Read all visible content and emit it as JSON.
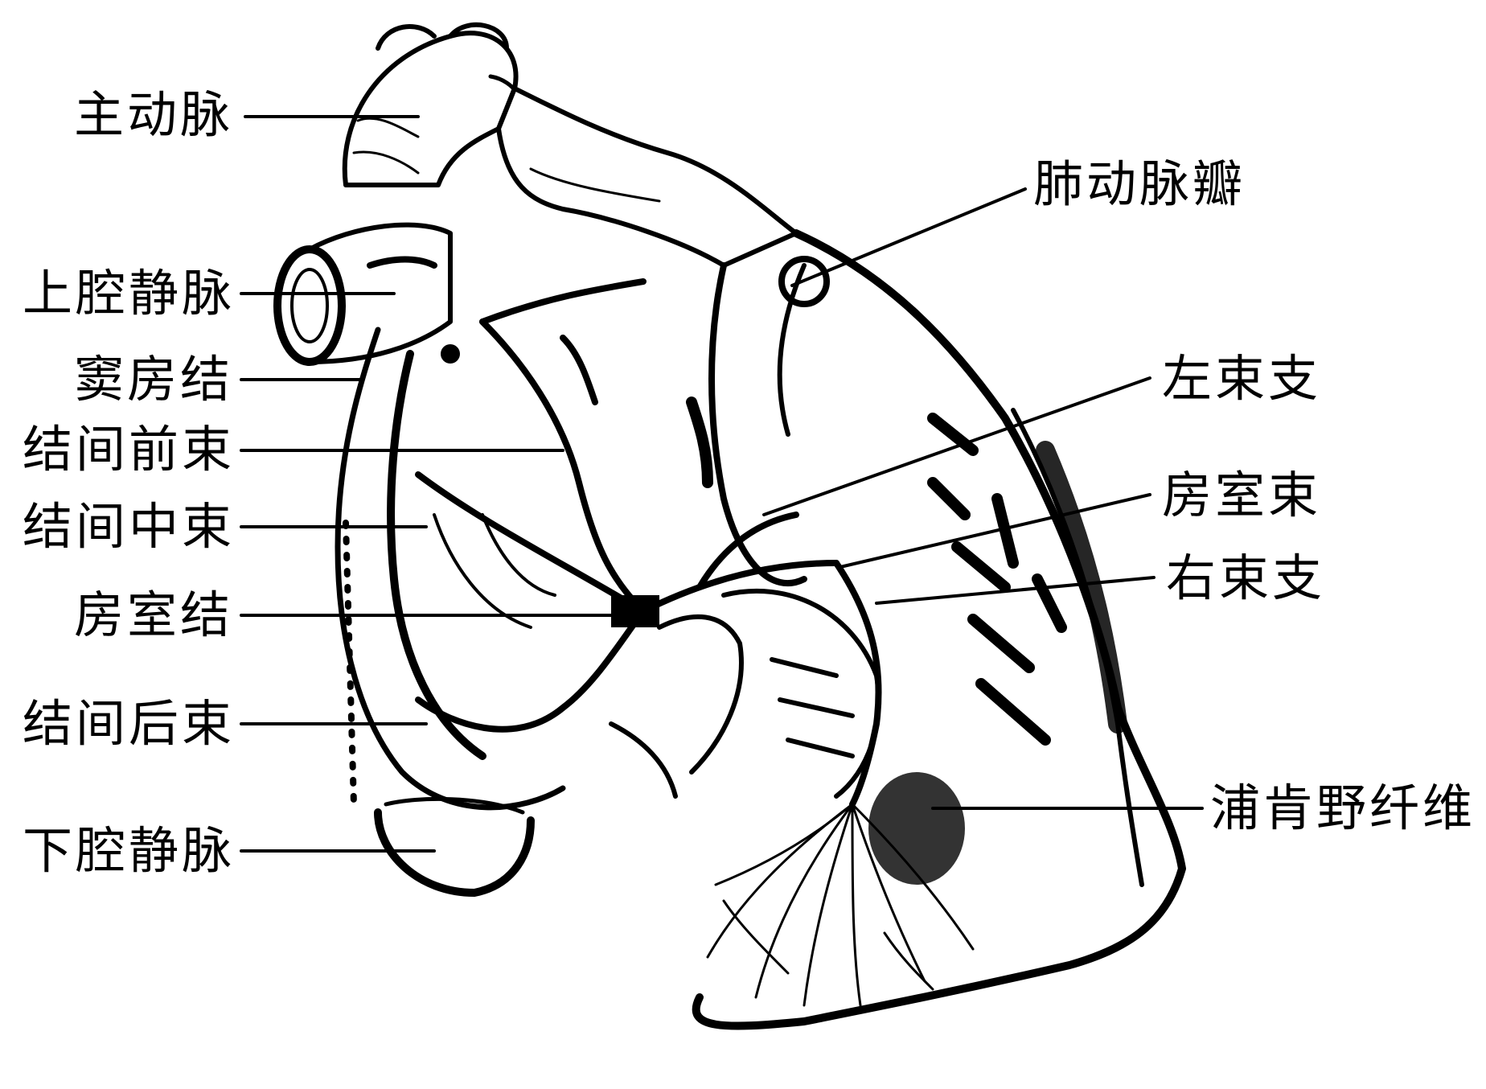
{
  "diagram": {
    "labels_left": [
      {
        "key": "aorta",
        "text": "主动脉"
      },
      {
        "key": "svc",
        "text": "上腔静脉"
      },
      {
        "key": "sa_node",
        "text": "窦房结"
      },
      {
        "key": "ant_internodal",
        "text": "结间前束"
      },
      {
        "key": "mid_internodal",
        "text": "结间中束"
      },
      {
        "key": "av_node",
        "text": "房室结"
      },
      {
        "key": "post_internodal",
        "text": "结间后束"
      },
      {
        "key": "ivc",
        "text": "下腔静脉"
      }
    ],
    "labels_right": [
      {
        "key": "pulm_valve",
        "text": "肺动脉瓣"
      },
      {
        "key": "left_bundle",
        "text": "左束支"
      },
      {
        "key": "his_bundle",
        "text": "房室束"
      },
      {
        "key": "right_bundle",
        "text": "右束支"
      },
      {
        "key": "purkinje",
        "text": "浦肯野纤维"
      }
    ]
  }
}
